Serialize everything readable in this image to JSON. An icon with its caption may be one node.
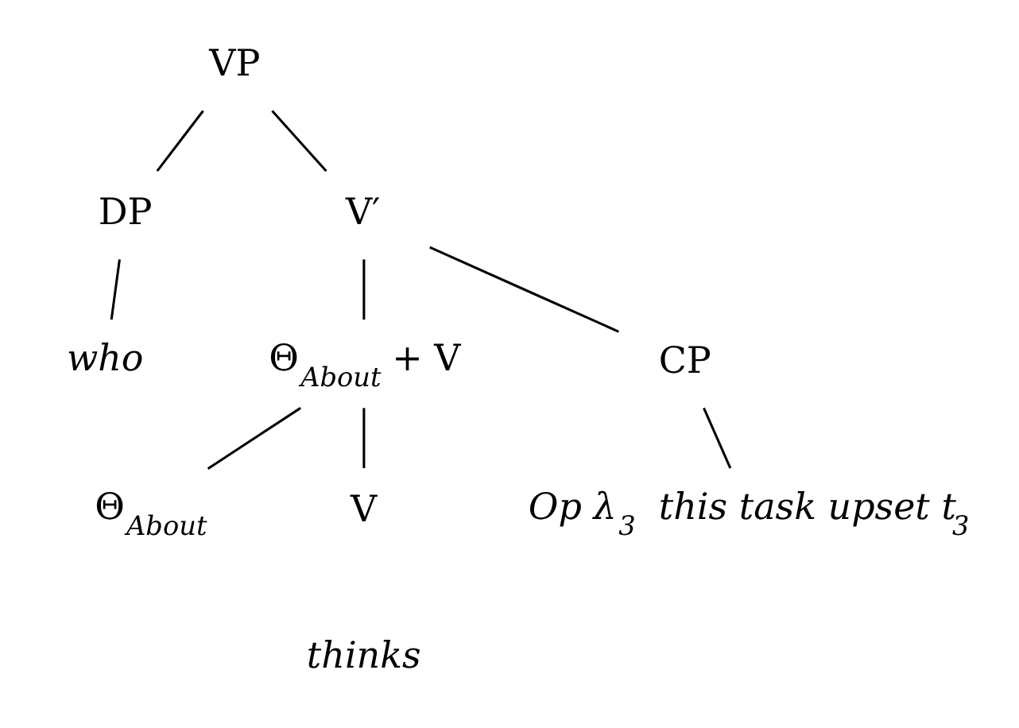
{
  "diagram": {
    "nodes": [
      {
        "text": [
          "VP"
        ]
      },
      {
        "text": [
          "DP"
        ]
      },
      {
        "text": [
          "V′"
        ]
      },
      {
        "text": [
          "who"
        ]
      },
      {
        "text": [
          "Θ$_{About}$ + V"
        ]
      },
      {
        "text": [
          "CP"
        ]
      },
      {
        "text": [
          "Θ$_{About}$"
        ]
      },
      {
        "text": [
          "V"
        ]
      },
      {
        "text": [
          "Op λ$_{3}$ this task upset t$_{3}$"
        ]
      }
    ],
    "edges": [
      {
        "from": 0,
        "to": 1,
        "arrow": "none"
      },
      {
        "from": 0,
        "to": 2,
        "arrow": "none"
      },
      {
        "from": 1,
        "to": 3,
        "arrow": "none"
      },
      {
        "from": 2,
        "to": 4,
        "arrow": "none"
      },
      {
        "from": 2,
        "to": 5,
        "arrow": "none"
      },
      {
        "from": 4,
        "to": 6,
        "arrow": "none"
      },
      {
        "from": 4,
        "to": 7,
        "arrow": "none"
      },
      {
        "from": 5,
        "to": 8,
        "arrow": "none"
      }
    ],
    "labels": [
      "thinks"
    ]
  }
}
